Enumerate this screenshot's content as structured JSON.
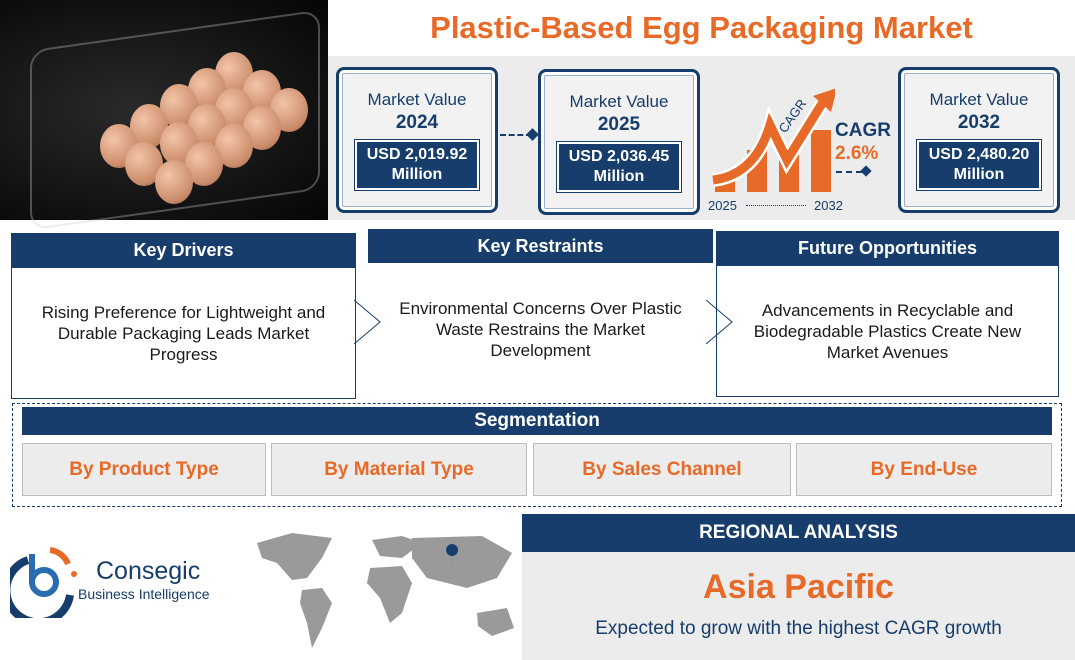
{
  "title": "Plastic-Based Egg Packaging Market",
  "cards": [
    {
      "label": "Market Value",
      "year": "2024",
      "value": "USD 2,019.92 Million"
    },
    {
      "label": "Market Value",
      "year": "2025",
      "value": "USD 2,036.45 Million"
    },
    {
      "label": "Market Value",
      "year": "2032",
      "value": "USD 2,480.20 Million"
    }
  ],
  "cagr": {
    "arrow_label": "CAGR",
    "label": "CAGR",
    "value": "2.6%",
    "start": "2025",
    "end": "2032"
  },
  "columns": [
    {
      "heading": "Key Drivers",
      "text": "Rising Preference for Lightweight and Durable Packaging Leads Market Progress"
    },
    {
      "heading": "Key Restraints",
      "text": "Environmental Concerns Over Plastic Waste Restrains the Market Development"
    },
    {
      "heading": "Future Opportunities",
      "text": "Advancements in Recyclable and Biodegradable Plastics Create New Market Avenues"
    }
  ],
  "segmentation": {
    "title": "Segmentation",
    "items": [
      "By Product Type",
      "By Material Type",
      "By Sales Channel",
      "By End-Use"
    ]
  },
  "logo": {
    "name": "Consegic",
    "tagline": "Business Intelligence"
  },
  "regional": {
    "heading": "REGIONAL ANALYSIS",
    "region": "Asia Pacific",
    "text": "Expected to grow with the highest CAGR growth"
  },
  "colors": {
    "navy": "#163d6b",
    "orange": "#e86a28"
  }
}
